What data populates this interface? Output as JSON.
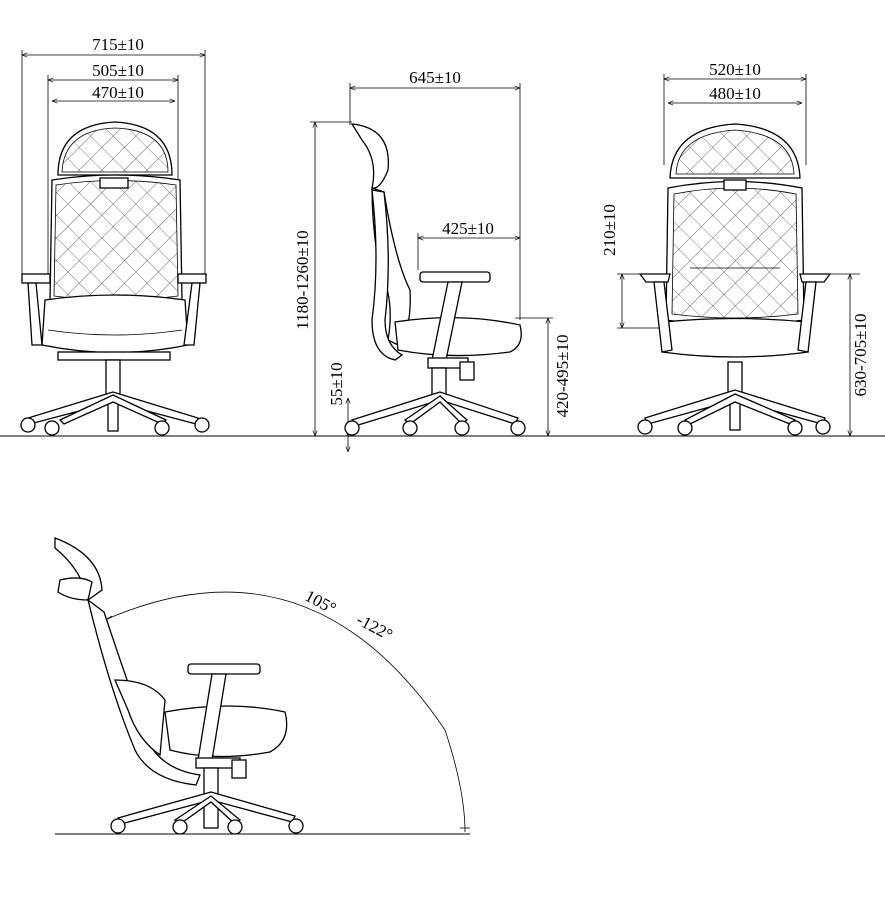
{
  "front_view": {
    "dim_overall_width": "715±10",
    "dim_inner_width": "505±10",
    "dim_back_width": "470±10"
  },
  "side_view": {
    "dim_depth": "645±10",
    "dim_seat_depth": "425±10",
    "dim_total_height": "1180-1260±10",
    "dim_seat_height": "420-495±10",
    "dim_caster_height": "55±10"
  },
  "rear_view": {
    "dim_back_outer_width": "520±10",
    "dim_back_inner_width": "480±10",
    "dim_armrest_adjust": "210±10",
    "dim_armrest_height": "630-705±10"
  },
  "recline_view": {
    "angle_min": "105°",
    "angle_max": "-122°"
  }
}
